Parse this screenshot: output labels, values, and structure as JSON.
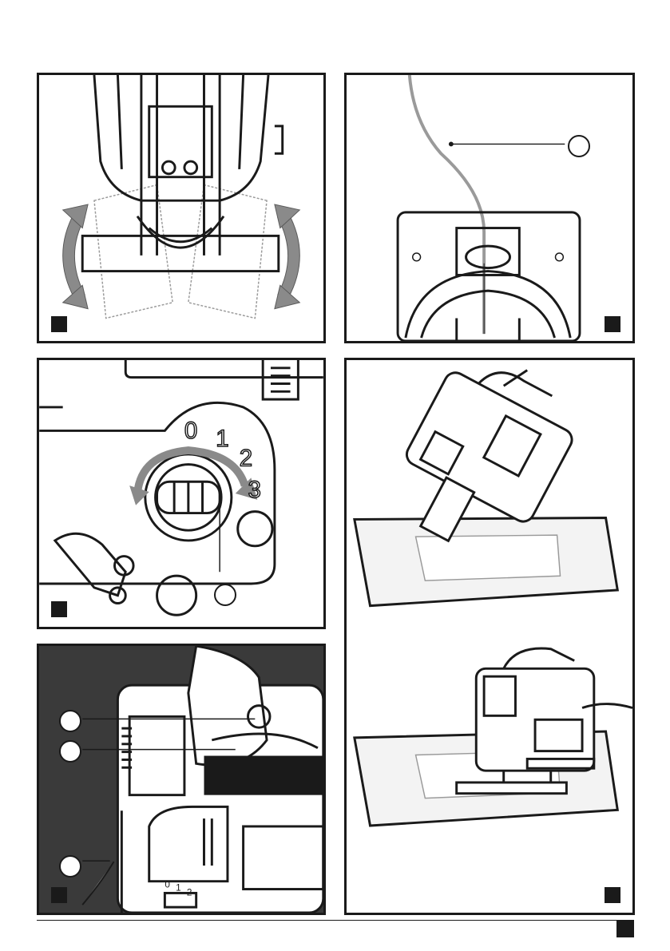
{
  "document": {
    "type": "instruction-manual-illustration-page",
    "figures": [
      {
        "id": "fig-bevel-base",
        "content": "jigsaw-base-tilt-arrows"
      },
      {
        "id": "fig-cord-guide",
        "content": "jigsaw-top-cord",
        "callouts": 1
      },
      {
        "id": "fig-speed-dial",
        "content": "speed-dial-orbital-selector",
        "callouts": 1,
        "dial_labels": [
          "0",
          "1",
          "2",
          "3"
        ]
      },
      {
        "id": "fig-handle-switch",
        "content": "hand-on-trigger",
        "callouts": 3,
        "small_dial_labels": [
          "0",
          "1",
          "2"
        ]
      },
      {
        "id": "fig-plunge-cut",
        "content": "jigsaw-plunge-cut-on-board"
      }
    ],
    "colors": {
      "ink": "#1a1a1a",
      "arrow_gray": "#8a8a8a",
      "dark_panel": "#3a3a3a",
      "wood": "#f3f3f3"
    }
  }
}
